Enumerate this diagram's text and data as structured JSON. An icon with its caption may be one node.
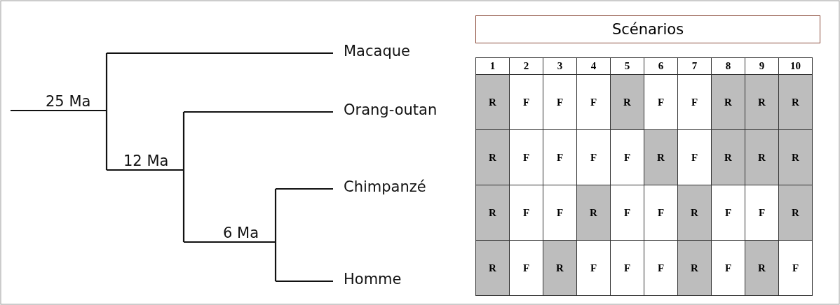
{
  "diagram": {
    "nodes": [
      {
        "text": [
          "Scénarios"
        ]
      }
    ],
    "labels": [
      "Macaque",
      "25 Ma",
      "Orang-outan",
      "12 Ma",
      "Chimpanzé",
      "6 Ma",
      "Homme",
      "1",
      "2",
      "3",
      "4",
      "5",
      "6",
      "7",
      "8",
      "9",
      "10",
      "R",
      "F",
      "F",
      "F",
      "R",
      "F",
      "F",
      "R",
      "R",
      "R",
      "R",
      "F",
      "F",
      "F",
      "F",
      "R",
      "F",
      "R",
      "R",
      "R",
      "R",
      "F",
      "F",
      "R",
      "F",
      "F",
      "R",
      "F",
      "F",
      "R",
      "R",
      "F",
      "R",
      "F",
      "F",
      "F",
      "R",
      "F",
      "R",
      "F"
    ]
  }
}
